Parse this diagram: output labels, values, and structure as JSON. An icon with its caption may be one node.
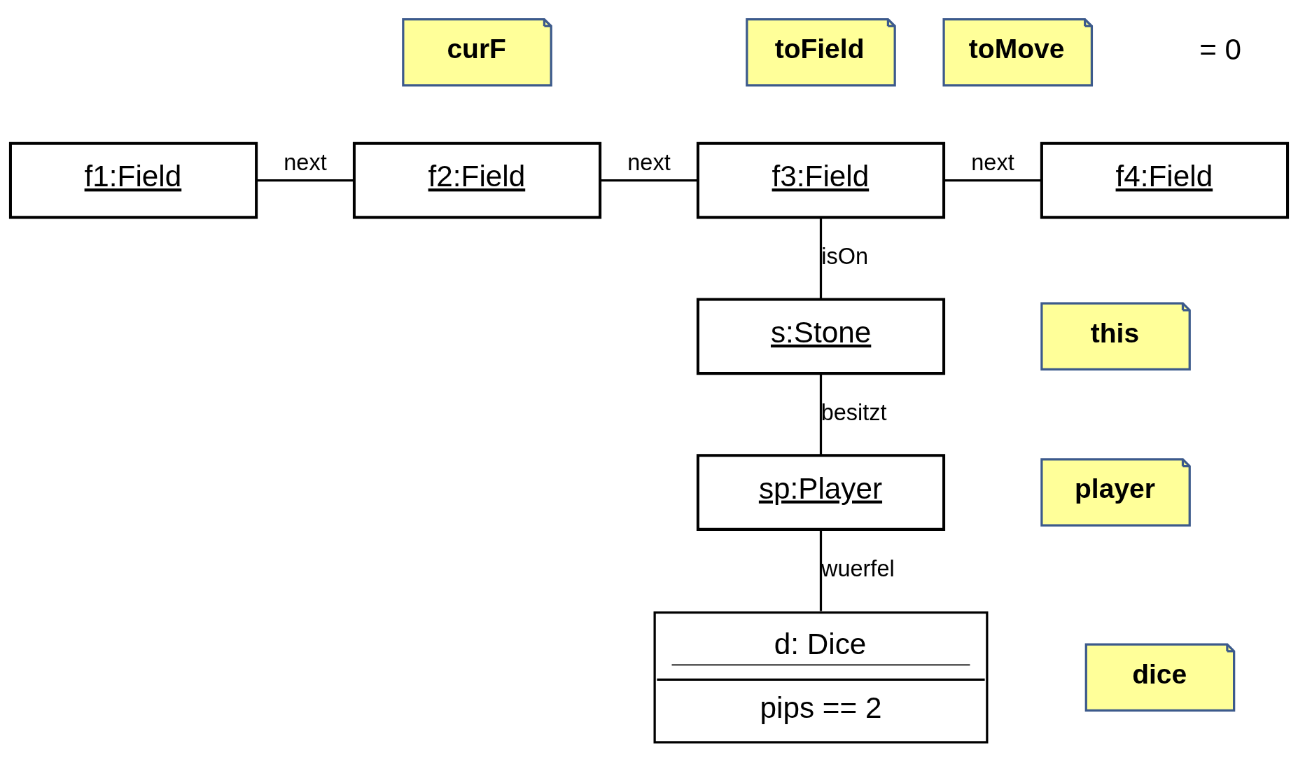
{
  "diagram": {
    "nodes": [
      {
        "text": [
          "f1:Field"
        ]
      },
      {
        "text": [
          "f2:Field"
        ]
      },
      {
        "text": [
          "f3:Field"
        ]
      },
      {
        "text": [
          "f4:Field"
        ]
      },
      {
        "text": [
          "s:Stone"
        ]
      },
      {
        "text": [
          "sp:Player"
        ]
      },
      {
        "text": [
          "d: Dice",
          "pips == 2"
        ]
      },
      {
        "text": [
          "curF"
        ]
      },
      {
        "text": [
          "toField"
        ]
      },
      {
        "text": [
          "this"
        ]
      },
      {
        "text": [
          "player"
        ]
      },
      {
        "text": [
          "dice"
        ]
      },
      {
        "text": [
          "toMove"
        ],
        "beside": [
          "= 0"
        ]
      }
    ],
    "edges": [
      {
        "from": 0,
        "to": 1,
        "arrow": "none",
        "label": "next"
      },
      {
        "from": 1,
        "to": 2,
        "arrow": "none",
        "label": "next"
      },
      {
        "from": 2,
        "to": 3,
        "arrow": "none",
        "label": "next"
      },
      {
        "from": 2,
        "to": 4,
        "arrow": "none",
        "label": "isOn"
      },
      {
        "from": 4,
        "to": 5,
        "arrow": "none",
        "label": "besitzt"
      },
      {
        "from": 5,
        "to": 6,
        "arrow": "none",
        "label": "wuerfel"
      }
    ]
  }
}
